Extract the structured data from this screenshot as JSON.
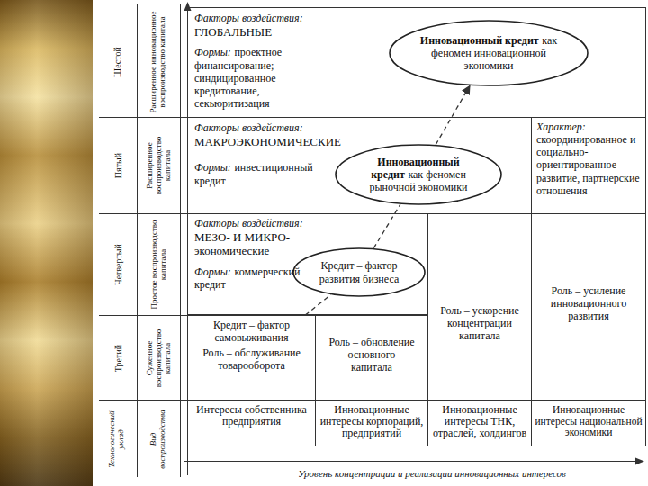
{
  "diagram": {
    "nodes": [
      {
        "text": [
          "Факторы воздействия:",
          "ГЛОБАЛЬНЫЕ",
          "Формы:",
          "проектное финансирование; синдицированное кредитование, секьюритизация"
        ]
      },
      {
        "text": [
          "Инновационный кредит",
          "как феномен инновационной экономики"
        ],
        "in": 0
      },
      {
        "text": [
          "Факторы воздействия:",
          "МАКРОЭКОНОМИЧЕСКИЕ",
          "Формы:",
          "инвестиционный кредит"
        ]
      },
      {
        "text": [
          "Инновационный кредит",
          "как феномен рыночной экономики"
        ],
        "in": 2
      },
      {
        "text": [
          "Характер:",
          "скоординированное и социально-ориентированное развитие, партнерские отношения"
        ]
      },
      {
        "text": [
          "Факторы воздействия:",
          "МЕЗО- И МИКРО-экономические",
          "Формы:",
          "коммерческий кредит"
        ]
      },
      {
        "text": [
          "Кредит – фактор развития бизнеса"
        ],
        "in": 5
      },
      {
        "text": [
          "Роль – ускорение концентрации капитала"
        ]
      },
      {
        "text": [
          "Роль – усиление инновационного развития"
        ]
      },
      {
        "text": [
          "Кредит – фактор самовыживания",
          "Роль – обслуживание товарооборота"
        ]
      },
      {
        "text": [
          "Роль – обновление основного капитала"
        ]
      },
      {
        "text": [
          "Интересы собственника предприятия"
        ]
      },
      {
        "text": [
          "Инновационные интересы корпораций, предприятий"
        ]
      },
      {
        "text": [
          "Инновационные интересы ТНК, отраслей, холдингов"
        ]
      },
      {
        "text": [
          "Инновационные интересы национальной экономики"
        ]
      }
    ],
    "edges": [
      {
        "from": 9,
        "to": 6,
        "arrow": "none"
      },
      {
        "from": 6,
        "to": 3,
        "arrow": "none"
      },
      {
        "from": 3,
        "to": 1,
        "arrow": "to"
      }
    ],
    "labels": [
      "Шестой",
      "Расширенное инновационное воспроизводство капитала",
      "Пятый",
      "Расширенное воспроизводство капитала",
      "Четвертый",
      "Простое воспроизводство капитала",
      "Третий",
      "Суженное воспроизводство капитала",
      "Технологический уклад",
      "Вид воспроизводства",
      "Уровень концентрации и реализации инновационных интересов"
    ]
  }
}
